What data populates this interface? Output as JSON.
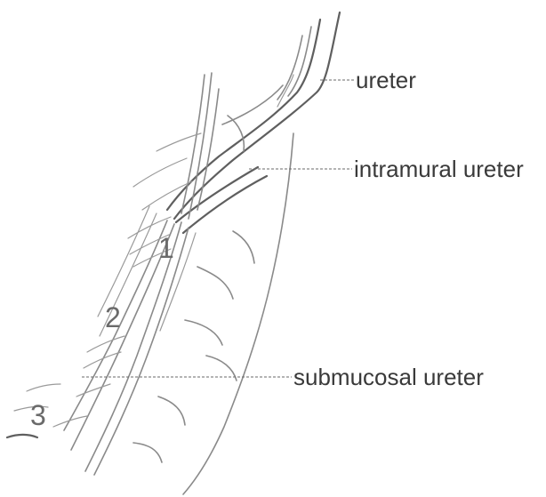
{
  "labels": {
    "ureter": "ureter",
    "intramural_ureter": "intramural ureter",
    "submucosal_ureter": "submucosal ureter"
  },
  "markers": {
    "one": "1",
    "two": "2",
    "three": "3"
  },
  "colors": {
    "line": "#8a8a8a",
    "text": "#3a3a3a",
    "background": "#ffffff"
  }
}
